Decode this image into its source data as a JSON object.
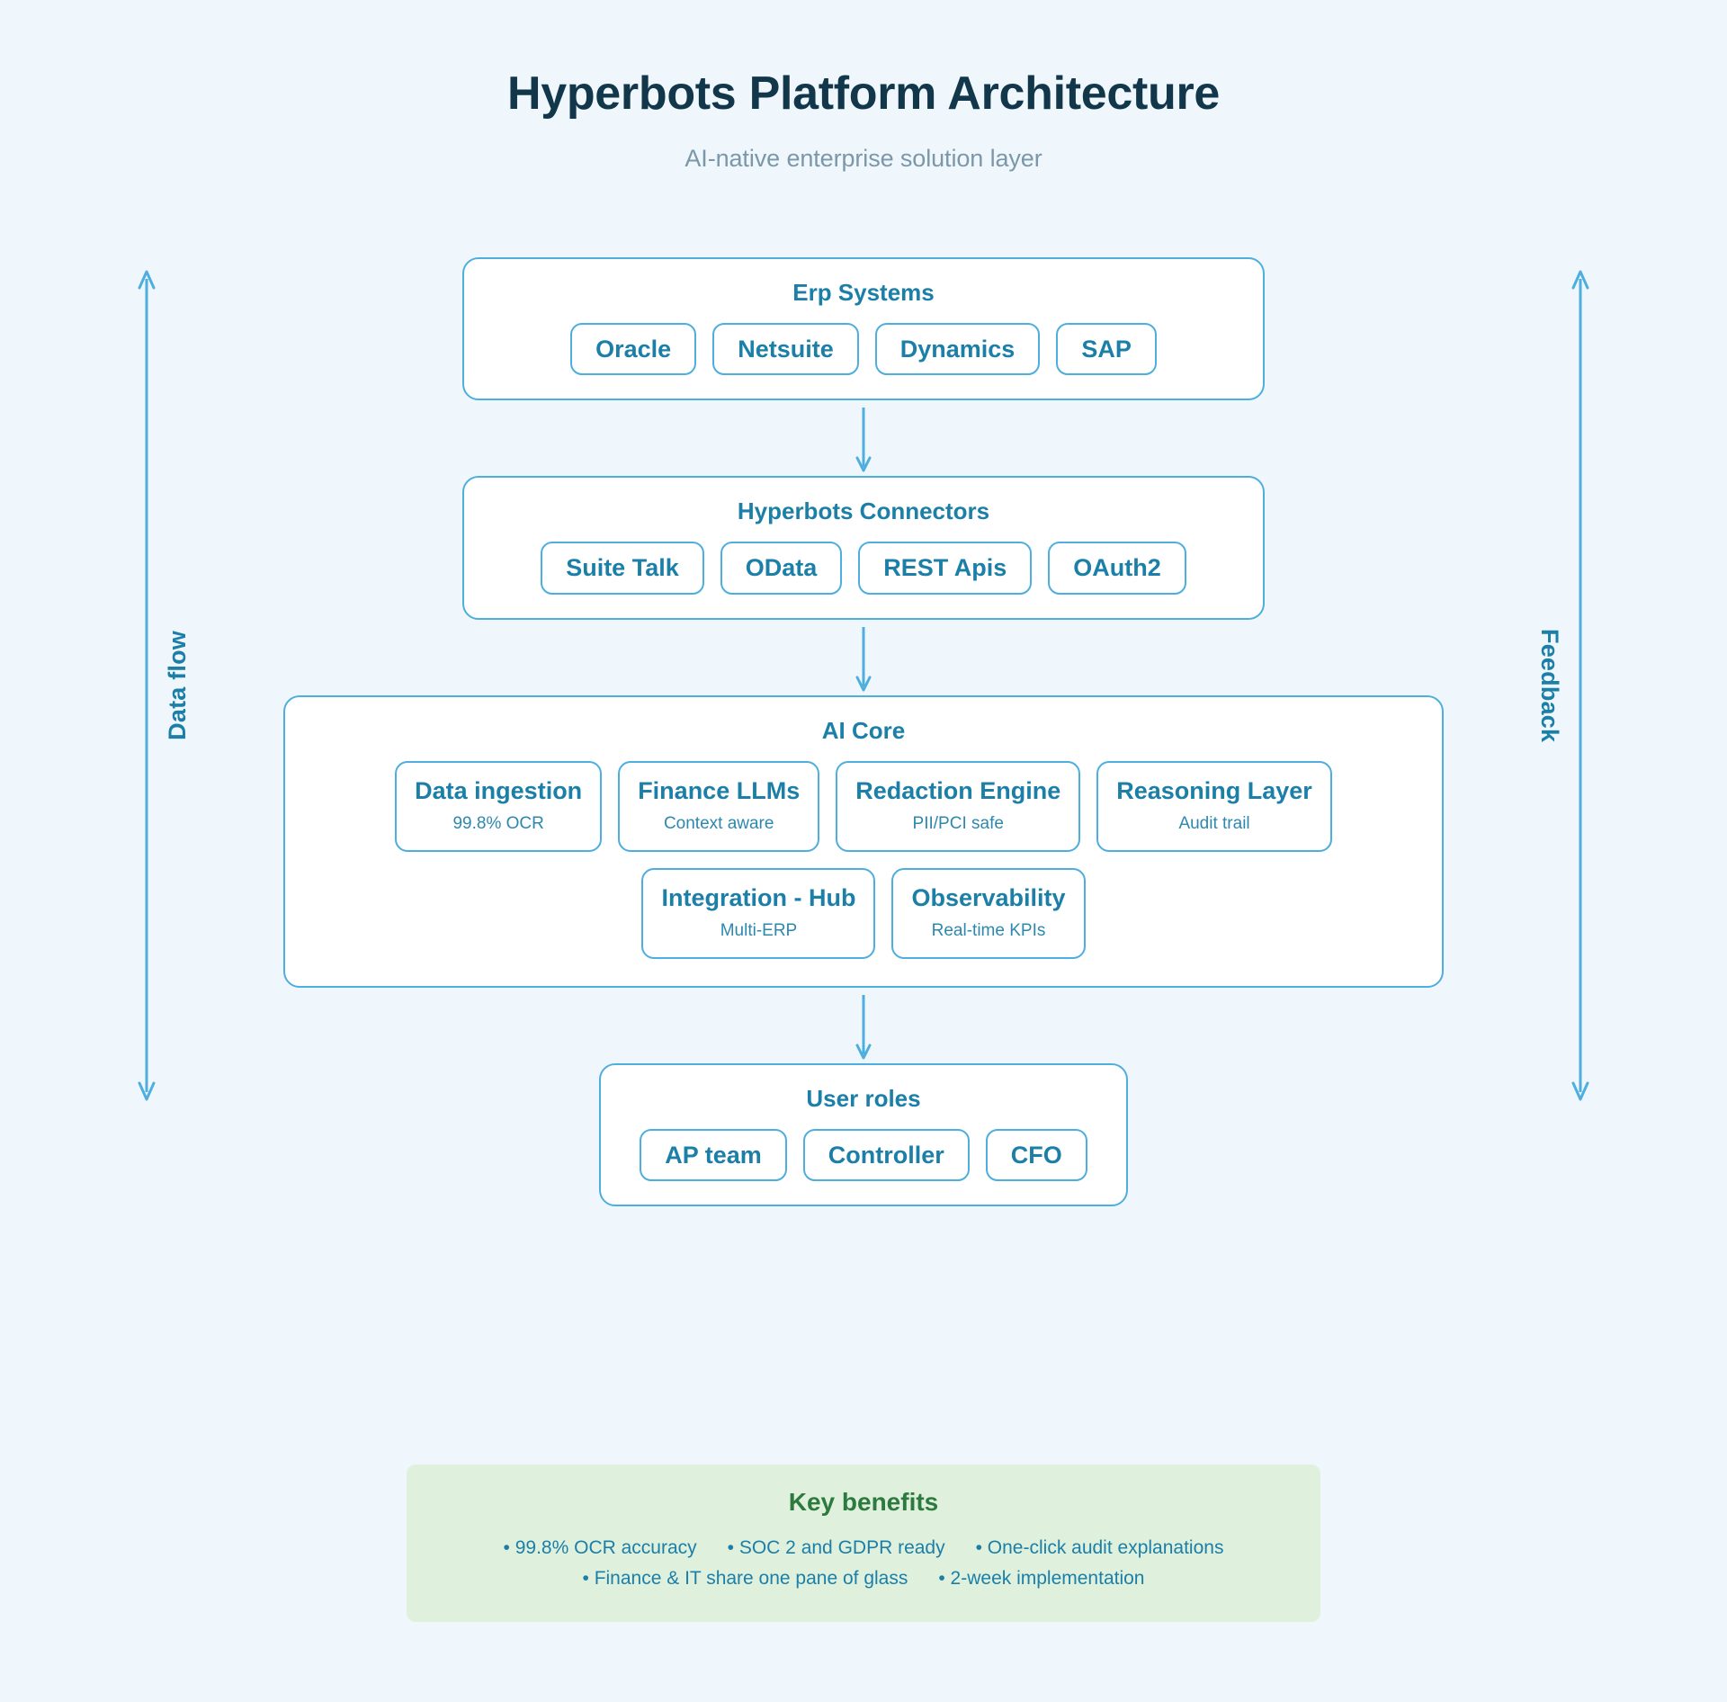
{
  "header": {
    "title": "Hyperbots Platform Architecture",
    "subtitle": "AI-native enterprise solution layer"
  },
  "flow_arrows": {
    "left_label": "Data flow",
    "right_label": "Feedback"
  },
  "layers": {
    "erp": {
      "title": "Erp Systems",
      "chips": [
        "Oracle",
        "Netsuite",
        "Dynamics",
        "SAP"
      ]
    },
    "connectors": {
      "title": "Hyperbots Connectors",
      "chips": [
        "Suite Talk",
        "OData",
        "REST Apis",
        "OAuth2"
      ]
    },
    "ai_core": {
      "title": "AI Core",
      "row1": [
        {
          "title": "Data ingestion",
          "sub": "99.8% OCR"
        },
        {
          "title": "Finance LLMs",
          "sub": "Context aware"
        },
        {
          "title": "Redaction Engine",
          "sub": "PII/PCI safe"
        },
        {
          "title": "Reasoning Layer",
          "sub": "Audit trail"
        }
      ],
      "row2": [
        {
          "title": "Integration - Hub",
          "sub": "Multi-ERP"
        },
        {
          "title": "Observability",
          "sub": "Real-time KPIs"
        }
      ]
    },
    "user_roles": {
      "title": "User roles",
      "chips": [
        "AP team",
        "Controller",
        "CFO"
      ]
    }
  },
  "benefits": {
    "title": "Key benefits",
    "line1": [
      "99.8% OCR accuracy",
      "SOC 2 and GDPR ready",
      "One-click audit explanations"
    ],
    "line2": [
      "Finance & IT share one pane of glass",
      "2-week implementation"
    ]
  },
  "colors": {
    "background": "#eff7fd",
    "border": "#4eaede",
    "accent_text": "#1b7fa8",
    "title_text": "#13374a",
    "subtitle_text": "#7b97a8",
    "benefits_bg": "#dff0dd",
    "benefits_title": "#2d7a3f"
  }
}
